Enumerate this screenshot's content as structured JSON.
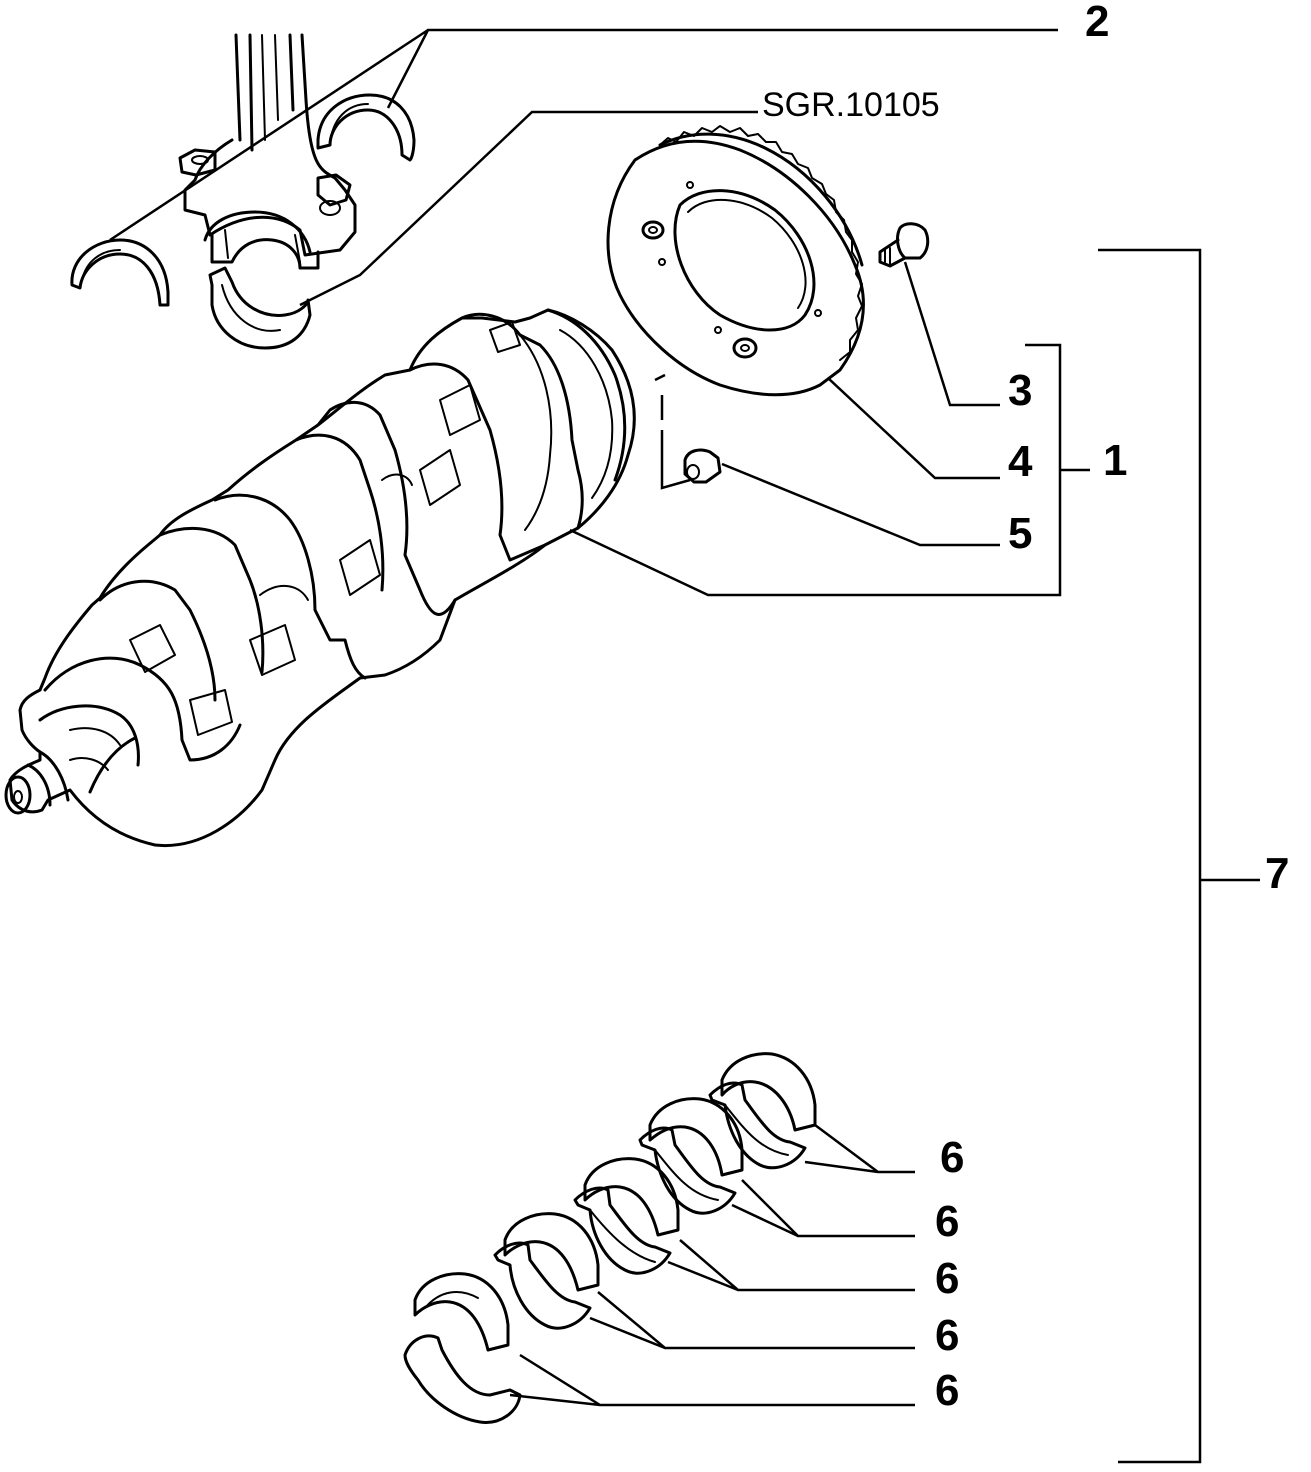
{
  "reference": "SGR.10105",
  "callouts": [
    {
      "id": "c1",
      "text": "1"
    },
    {
      "id": "c2",
      "text": "2"
    },
    {
      "id": "c3",
      "text": "3"
    },
    {
      "id": "c4",
      "text": "4"
    },
    {
      "id": "c5",
      "text": "5"
    },
    {
      "id": "c6a",
      "text": "6"
    },
    {
      "id": "c6b",
      "text": "6"
    },
    {
      "id": "c6c",
      "text": "6"
    },
    {
      "id": "c6d",
      "text": "6"
    },
    {
      "id": "c6e",
      "text": "6"
    },
    {
      "id": "c7",
      "text": "7"
    }
  ]
}
